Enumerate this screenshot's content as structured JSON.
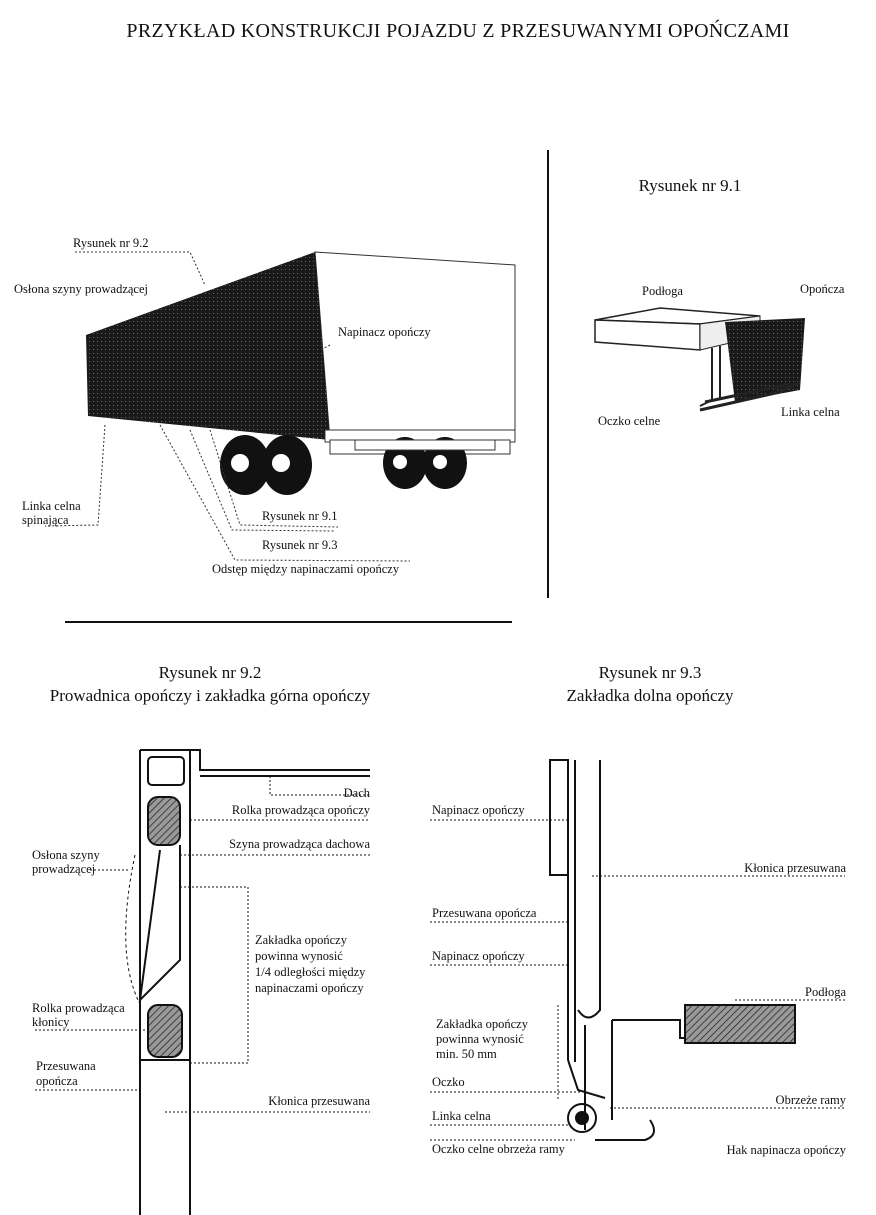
{
  "title": "PRZYKŁAD KONSTRUKCJI POJAZDU Z PRZESUWANYMI OPOŃCZAMI",
  "overview": {
    "label_fig92": "Rysunek nr  9.2",
    "label_rail_cover": "Osłona szyny prowadzącej",
    "label_tensioner": "Napinacz opończy",
    "label_customs_cord": [
      "Linka celna",
      "spinająca"
    ],
    "label_fig91": "Rysunek nr  9.1",
    "label_fig93": "Rysunek nr  9.3",
    "label_spacing": "Odstęp między napinaczami opończy"
  },
  "fig91": {
    "heading": "Rysunek nr  9.1",
    "labels": {
      "floor": "Podłoga",
      "tarp": "Opończa",
      "customs_eyelet": "Oczko celne",
      "customs_cord": "Linka celna"
    }
  },
  "fig92": {
    "heading": "Rysunek nr  9.2",
    "subheading": "Prowadnica opończy i zakładka górna opończy",
    "labels": {
      "roof": "Dach",
      "tarp_roller": "Rolka prowadząca opończy",
      "roof_rail": "Szyna prowadząca dachowa",
      "rail_cover": [
        "Osłona szyny",
        "prowadzącej"
      ],
      "overlap": [
        "Zakładka opończy",
        "powinna wynosić",
        "1/4 odległości między",
        "napinaczami opończy"
      ],
      "stake_roller": [
        "Rolka prowadząca",
        "kłonicy"
      ],
      "sliding_tarp": [
        "Przesuwana",
        "opończa"
      ],
      "sliding_stake": "Kłonica przesuwana"
    }
  },
  "fig93": {
    "heading": "Rysunek nr  9.3",
    "subheading": "Zakładka dolna opończy",
    "labels": {
      "tensioner_top": "Napinacz opończy",
      "sliding_stake": "Kłonica przesuwana",
      "sliding_tarp": "Przesuwana opończa",
      "tensioner": "Napinacz opończy",
      "floor": "Podłoga",
      "overlap": [
        "Zakładka opończy",
        "powinna wynosić",
        "min. 50 mm"
      ],
      "eyelet": "Oczko",
      "frame_edge": "Obrzeże ramy",
      "customs_cord": "Linka celna",
      "frame_edge_eyelet": "Oczko celne obrzeża ramy",
      "tensioner_hook": "Hak napinacza opończy"
    }
  }
}
